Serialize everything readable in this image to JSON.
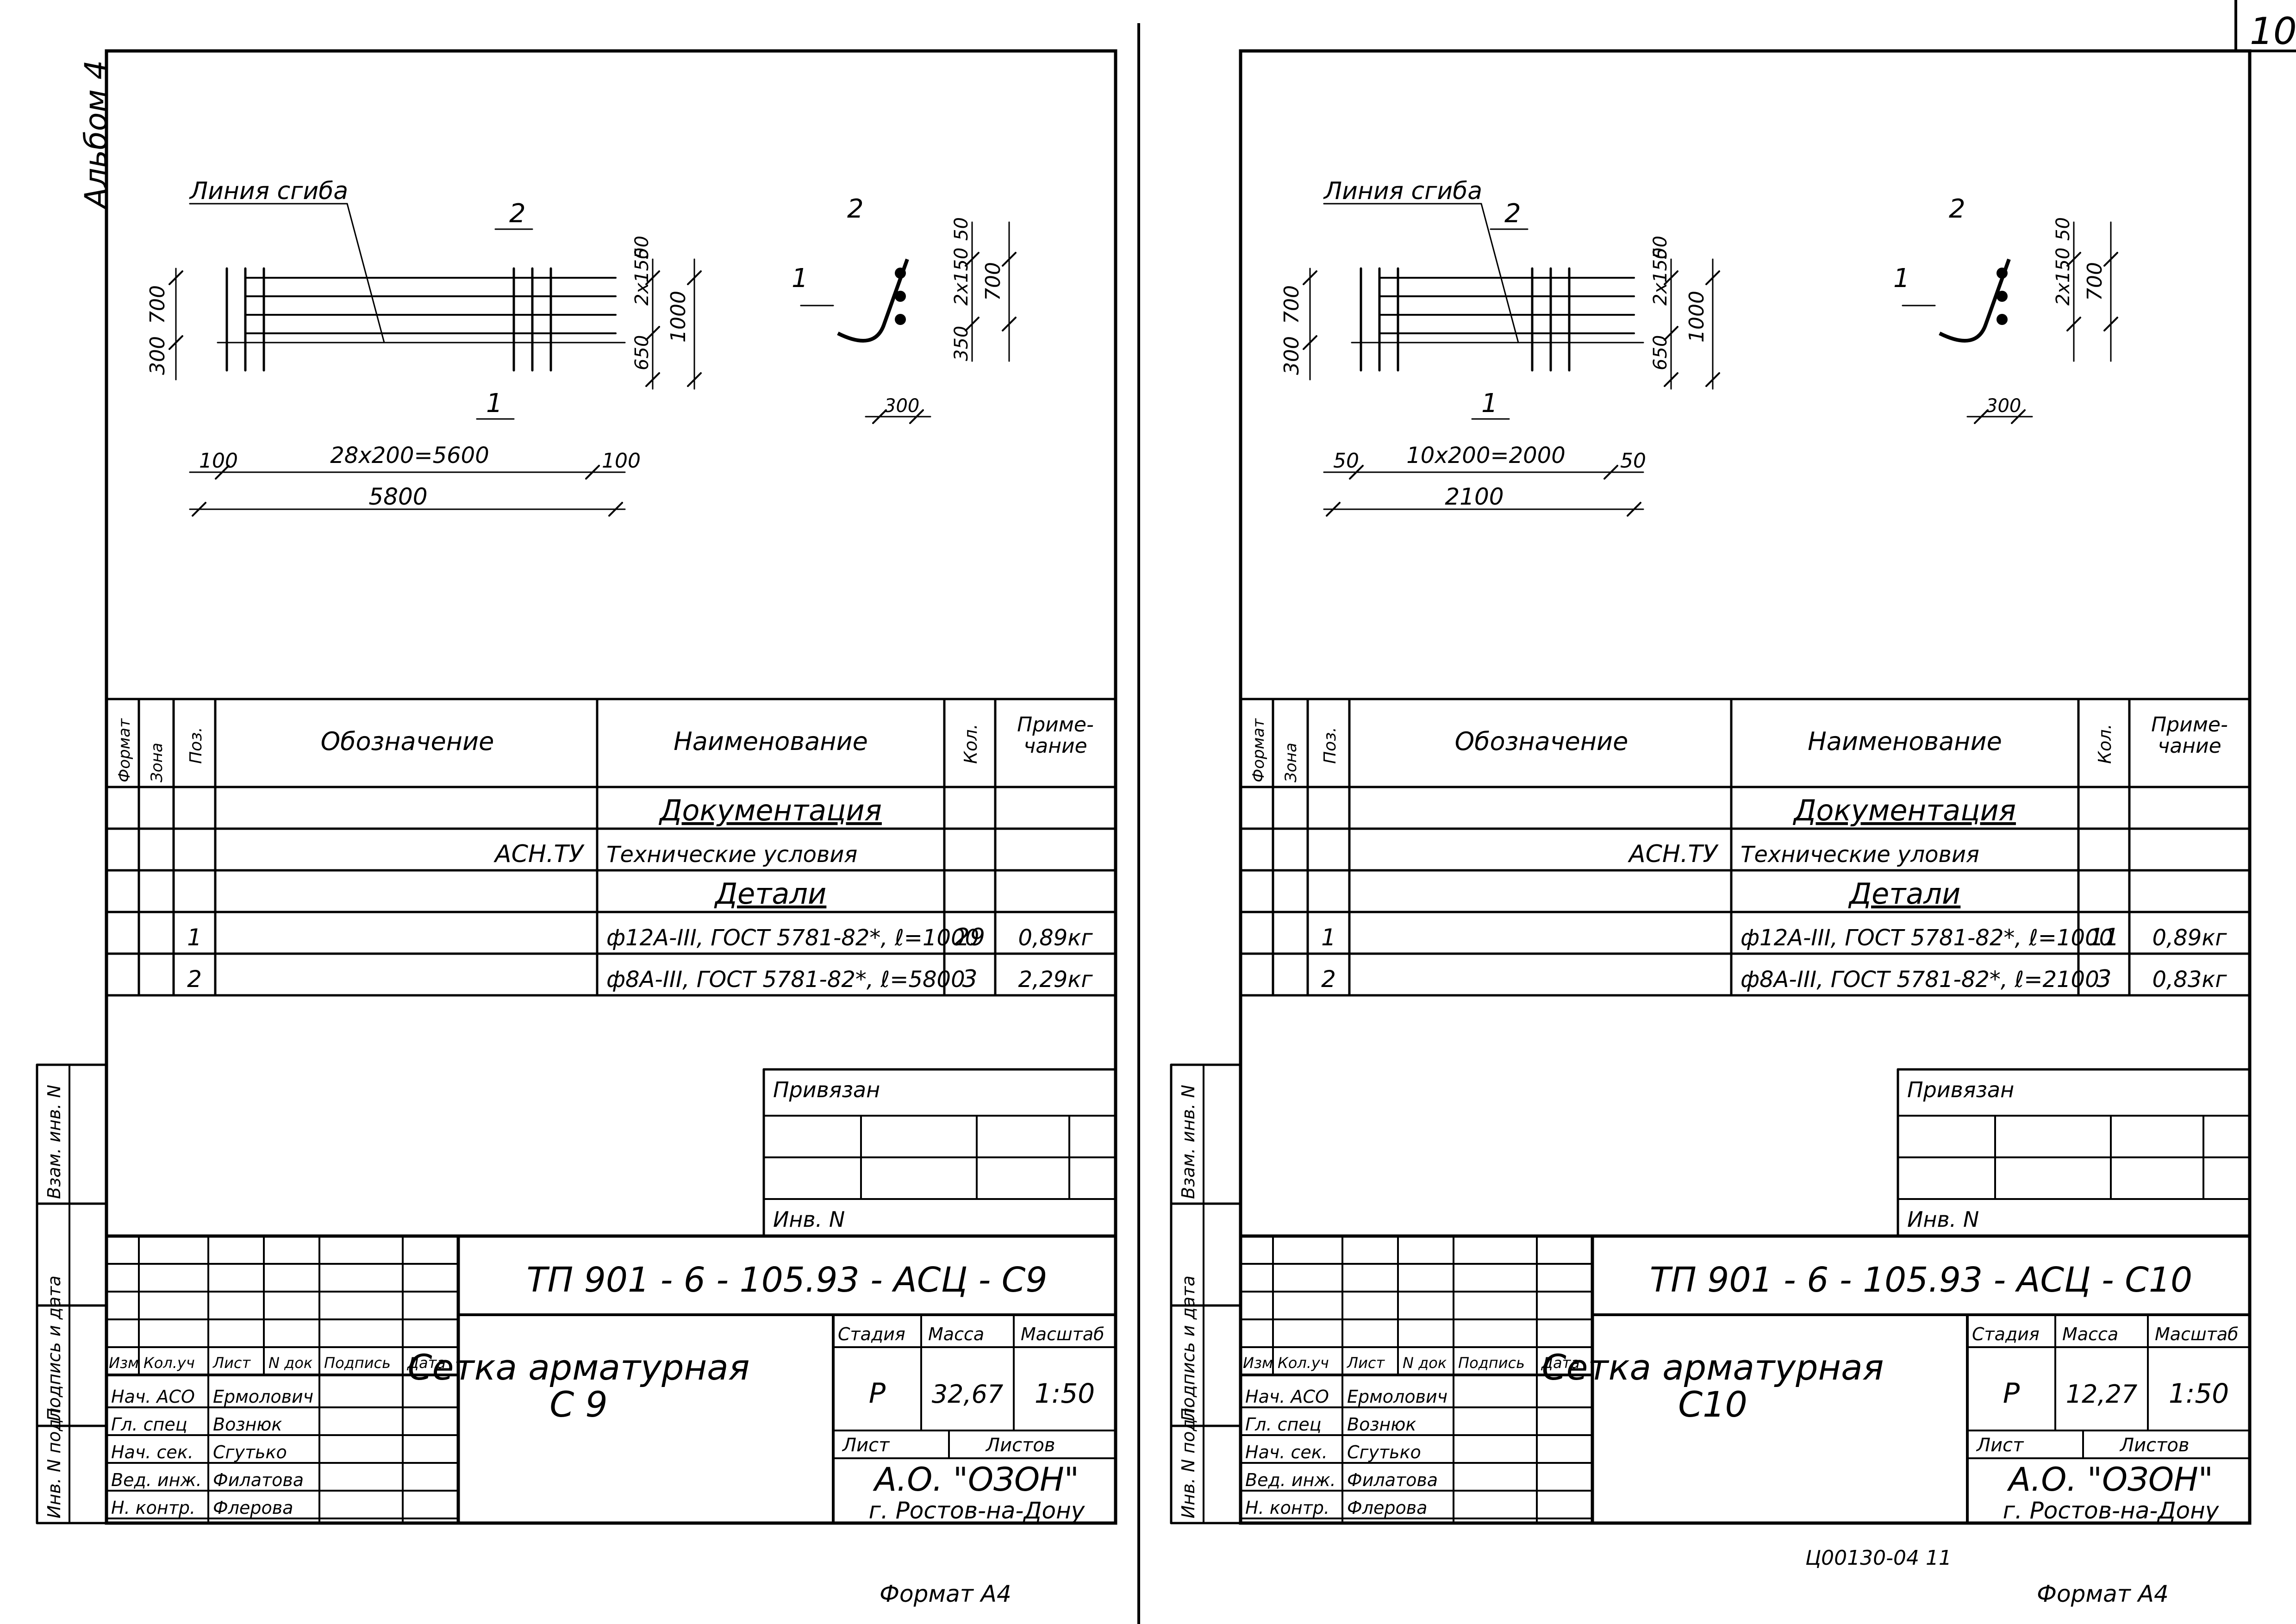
{
  "page_number": "10",
  "album": "Альбом 4",
  "footer_format": "Формат А4",
  "footer_code": "Ц00130-04   11",
  "side_labels": [
    "Инв. N подл.",
    "Подпись и дата",
    "Взам. инв. N"
  ],
  "headers": {
    "format": "Формат",
    "zone": "Зона",
    "pos": "Поз.",
    "designation": "Обозначение",
    "name": "Наименование",
    "qty": "Кол.",
    "note": "Приме-\nчание"
  },
  "title_block_labels": {
    "izm": "Изм",
    "kol_uch": "Кол.уч",
    "list": "Лист",
    "ndok": "N док",
    "podpis": "Подпись",
    "data": "Дата",
    "stadiya": "Стадия",
    "massa": "Масса",
    "masshtab": "Масштаб",
    "list2": "Лист",
    "listov": "Листов",
    "privyazan": "Привязан",
    "inv": "Инв. N"
  },
  "roles": [
    {
      "role": "Нач. АСО",
      "name": "Ермолович"
    },
    {
      "role": "Гл. спец",
      "name": "Вознюк"
    },
    {
      "role": "Нач. сек.",
      "name": "Сгутько"
    },
    {
      "role": "Вед. инж.",
      "name": "Филатова"
    },
    {
      "role": "Н. контр.",
      "name": "Флерова"
    }
  ],
  "company": "А.О. \"ОЗОН\"",
  "city": "г. Ростов-на-Дону",
  "sheets": [
    {
      "id": "c9",
      "code": "ТП 901 - 6 - 105.93 - АСЦ - С9",
      "title1": "Сетка арматурная",
      "title2": "С 9",
      "stage": "Р",
      "mass": "32,67",
      "scale": "1:50",
      "drawing": {
        "bend_label": "Линия сгиба",
        "pos1": "1",
        "pos2": "2",
        "dim_300": "300",
        "dim_700": "700",
        "dim_650": "650",
        "dim_2x150": "2х150",
        "dim_50": "50",
        "dim_1000": "1000",
        "dim_100a": "100",
        "dim_100b": "100",
        "dim_step": "28х200=5600",
        "dim_total": "5800",
        "sec_50": "50",
        "sec_2x150": "2х150",
        "sec_350": "350",
        "sec_700": "700",
        "sec_300": "300"
      },
      "rows": [
        {
          "designation": "",
          "name": "Документация",
          "qty": "",
          "note": "",
          "pos": "",
          "header": true
        },
        {
          "designation": "АСН.ТУ",
          "name": "Технические условия",
          "qty": "",
          "note": "",
          "pos": ""
        },
        {
          "designation": "",
          "name": "Детали",
          "qty": "",
          "note": "",
          "pos": "",
          "header": true
        },
        {
          "designation": "",
          "name": "ф12А-III, ГОСТ 5781-82*, ℓ=1000",
          "qty": "29",
          "note": "0,89кг",
          "pos": "1"
        },
        {
          "designation": "",
          "name": "ф8А-III, ГОСТ 5781-82*, ℓ=5800",
          "qty": "3",
          "note": "2,29кг",
          "pos": "2"
        }
      ]
    },
    {
      "id": "c10",
      "code": "ТП 901 - 6 - 105.93 - АСЦ - С10",
      "title1": "Сетка арматурная",
      "title2": "С10",
      "stage": "Р",
      "mass": "12,27",
      "scale": "1:50",
      "drawing": {
        "bend_label": "Линия сгиба",
        "pos1": "1",
        "pos2": "2",
        "dim_300": "300",
        "dim_700": "700",
        "dim_650": "650",
        "dim_2x150": "2х150",
        "dim_50": "50",
        "dim_1000": "1000",
        "dim_100a": "50",
        "dim_100b": "50",
        "dim_step": "10х200=2000",
        "dim_total": "2100",
        "sec_50": "50",
        "sec_2x150": "2х150",
        "sec_350": "",
        "sec_700": "700",
        "sec_300": "300"
      },
      "rows": [
        {
          "designation": "",
          "name": "Документация",
          "qty": "",
          "note": "",
          "pos": "",
          "header": true
        },
        {
          "designation": "АСН.ТУ",
          "name": "Технические уловия",
          "qty": "",
          "note": "",
          "pos": ""
        },
        {
          "designation": "",
          "name": "Детали",
          "qty": "",
          "note": "",
          "pos": "",
          "header": true
        },
        {
          "designation": "",
          "name": "ф12А-III, ГОСТ 5781-82*, ℓ=1000",
          "qty": "11",
          "note": "0,89кг",
          "pos": "1"
        },
        {
          "designation": "",
          "name": "ф8А-III, ГОСТ 5781-82*, ℓ=2100",
          "qty": "3",
          "note": "0,83кг",
          "pos": "2"
        }
      ]
    }
  ]
}
